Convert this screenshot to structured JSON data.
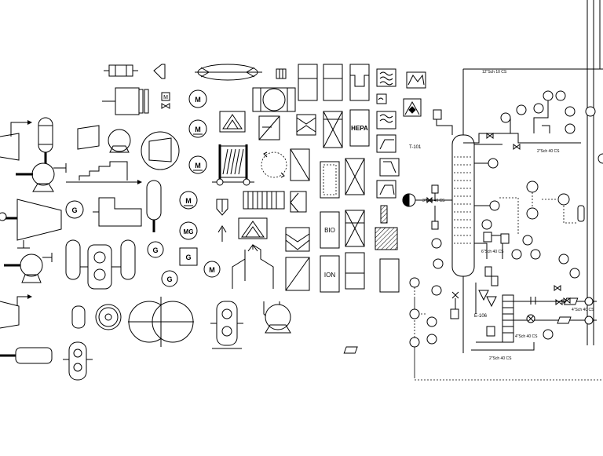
{
  "symbols": {
    "motor_letter": "M",
    "generator_letter": "G",
    "motor_generator_letters": "MG",
    "filter_hepa_label": "HEPA",
    "filter_bio_label": "BIO",
    "filter_ion_label": "ION"
  },
  "pid": {
    "column_tag": "T-101",
    "exchanger_tag": "E-106",
    "line_top": "12\"Sch 10 CS",
    "line_reflux": "2\"Sch 40 CS",
    "line_feed": "3\"Sch 40 CS",
    "line_side": "6\"Sch 40 CS",
    "line_right": "4\"Sch 40 CS",
    "line_cw": "4\"Sch 40 CS",
    "line_bottom": "2\"Sch 40 CS"
  }
}
